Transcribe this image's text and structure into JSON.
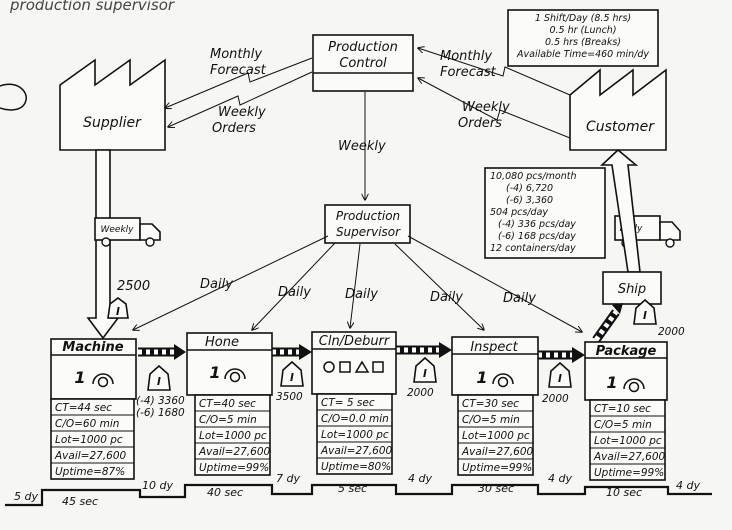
{
  "header_scribble": "production supervisor",
  "production_control": {
    "line1": "Production",
    "line2": "Control"
  },
  "production_supervisor": {
    "line1": "Production",
    "line2": "Supervisor"
  },
  "supplier": {
    "label": "Supplier"
  },
  "customer": {
    "label": "Customer"
  },
  "customer_info": [
    "1 Shift/Day (8.5 hrs)",
    "0.5 hr (Lunch)",
    "0.5 hrs (Breaks)",
    "Available Time=460 min/dy"
  ],
  "demand_info": [
    "10,080 pcs/month",
    "(-4) 6,720",
    "(-6) 3,360",
    "504 pcs/day",
    "(-4) 336 pcs/day",
    "(-6) 168 pcs/day",
    "12 containers/day"
  ],
  "flows": {
    "supplier_monthly": [
      "Monthly",
      "Forecast"
    ],
    "supplier_weekly": [
      "Weekly",
      "Orders"
    ],
    "customer_monthly": [
      "Monthly",
      "Forecast"
    ],
    "customer_weekly": [
      "Weekly",
      "Orders"
    ],
    "weekly": "Weekly",
    "daily": "Daily"
  },
  "trucks": {
    "supplier": "Weekly",
    "customer": "Daily"
  },
  "ship": {
    "label": "Ship"
  },
  "inventory": {
    "supplier_to_machine": "2500",
    "machine_hone": [
      "(-4) 3360",
      "(-6) 1680"
    ],
    "hone_cln": "3500",
    "cln_inspect": "2000",
    "inspect_package": "2000",
    "package_ship": "2000",
    "symbol": "I"
  },
  "processes": [
    {
      "name": "Machine",
      "operators": "1",
      "data": [
        "CT=44 sec",
        "C/O=60 min",
        "Lot=1000 pc",
        "Avail=27,600",
        "Uptime=87%"
      ]
    },
    {
      "name": "Hone",
      "operators": "1",
      "data": [
        "CT=40 sec",
        "C/O=5 min",
        "Lot=1000 pc",
        "Avail=27,600",
        "Uptime=99%"
      ]
    },
    {
      "name": "Cln/Deburr",
      "operators": "",
      "data": [
        "CT= 5 sec",
        "C/O=0.0 min",
        "Lot=1000 pc",
        "Avail=27,600",
        "Uptime=80%"
      ]
    },
    {
      "name": "Inspect",
      "operators": "1",
      "data": [
        "CT=30 sec",
        "C/O=5 min",
        "Lot=1000 pc",
        "Avail=27,600",
        "Uptime=99%"
      ]
    },
    {
      "name": "Package",
      "operators": "1",
      "data": [
        "CT=10 sec",
        "C/O=5 min",
        "Lot=1000 pc",
        "Avail=27,600",
        "Uptime=99%"
      ]
    }
  ],
  "timeline": {
    "days": [
      "5 dy",
      "10 dy",
      "7 dy",
      "4 dy",
      "4 dy",
      "4 dy"
    ],
    "secs": [
      "45 sec",
      "40 sec",
      "5 sec",
      "30 sec",
      "10 sec"
    ]
  }
}
